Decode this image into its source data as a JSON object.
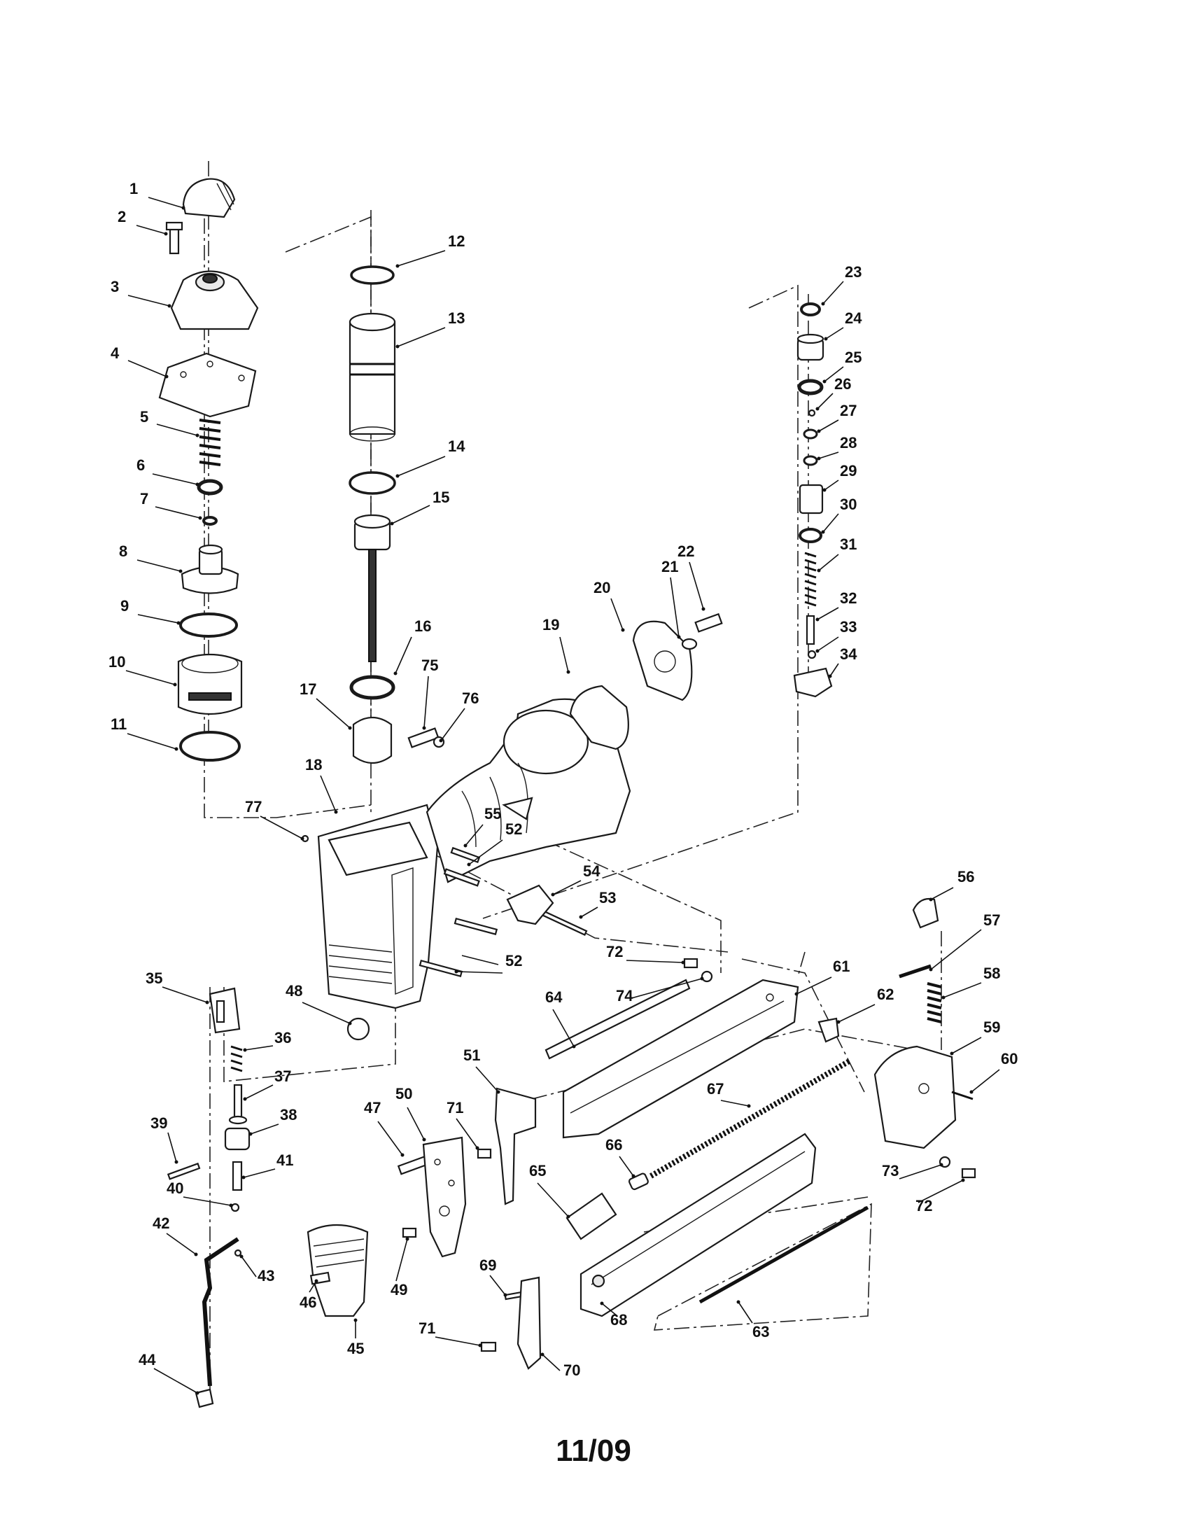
{
  "footer": {
    "date_code": "11/09"
  },
  "part_labels": [
    "1",
    "2",
    "3",
    "4",
    "5",
    "6",
    "7",
    "8",
    "9",
    "10",
    "11",
    "12",
    "13",
    "14",
    "15",
    "16",
    "17",
    "18",
    "19",
    "20",
    "21",
    "22",
    "23",
    "24",
    "25",
    "26",
    "27",
    "28",
    "29",
    "30",
    "31",
    "32",
    "33",
    "34",
    "35",
    "36",
    "37",
    "38",
    "39",
    "40",
    "41",
    "42",
    "43",
    "44",
    "45",
    "46",
    "47",
    "48",
    "49",
    "50",
    "51",
    "52",
    "52",
    "53",
    "54",
    "55",
    "56",
    "57",
    "58",
    "59",
    "60",
    "61",
    "62",
    "63",
    "64",
    "65",
    "66",
    "67",
    "68",
    "69",
    "70",
    "71",
    "71",
    "72",
    "72",
    "73",
    "74",
    "75",
    "76",
    "77"
  ]
}
